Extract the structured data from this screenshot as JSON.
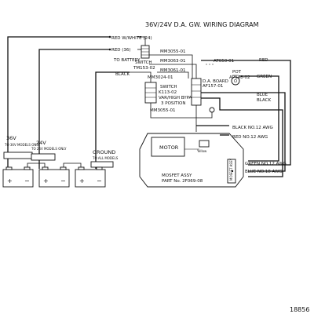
{
  "title": "36V/24V D.A. GW. WIRING DIAGRAM",
  "document_number": "18856",
  "wire_labels": {
    "red_white": "RED W/WHITE (24)",
    "red_36": "RED (36)",
    "to_battery": "TO BATTERY",
    "black": "BLACK",
    "red_right": "RED",
    "green": "GREEN",
    "blue": "BLUE",
    "black_right": "BLACK",
    "black_12": "BLACK NO.12 AWG",
    "red_12": "RED NO.12 AWG",
    "green_12": "GREEN NO.12 AWG",
    "blue_18": "BLUE NO.18 AWG"
  },
  "part_labels": {
    "mm3055_top": "MM3055-01",
    "mm3063": "MM3063-01",
    "mm3061": "MM3061-01",
    "mm3024": "MM3024-01",
    "mm3055_bottom": "MM3055-01",
    "at050": "AT050-01",
    "switch_tm": "SWITCH",
    "switch_tm_part": "TM153-02",
    "switch_k": "SWITCH",
    "switch_k_part": "K113-02",
    "var_high_bypass": "VAR/HIGH BYPASS",
    "three_position": "3 POSITION",
    "da_board": "D.A. BOARD",
    "da_board_part": "AF157-01",
    "pot": "POT",
    "pot_part": "AP148-02",
    "motor": "MOTOR",
    "yellow": "Yellow",
    "mosfet_assy": "MOSFET ASSY",
    "mosfet_part": "PART No. 2F069-08",
    "mosfet_box_label": "MOSFET ASSY"
  },
  "batteries": [
    {
      "voltage": "36V",
      "note": "TO 36V MODELS ONLY"
    },
    {
      "voltage": "24V",
      "note": "TO 24V MODELS ONLY"
    },
    {
      "voltage": "GROUND",
      "note": "TO ALL MODELS"
    }
  ],
  "battery_terminals": {
    "plus": "+",
    "minus": "−"
  }
}
